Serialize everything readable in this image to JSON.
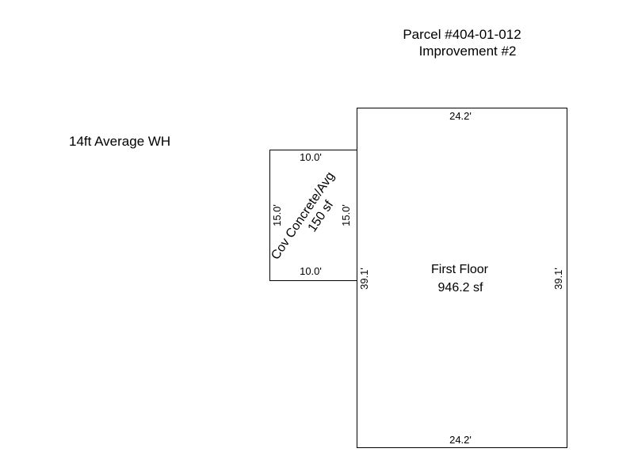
{
  "header": {
    "parcel": "Parcel #404-01-012",
    "improvement": "Improvement #2"
  },
  "note": "14ft Average WH",
  "areas": {
    "first_floor": {
      "label": "First Floor",
      "area": "946.2 sf",
      "dims": {
        "top": "24.2'",
        "bottom": "24.2'",
        "left": "39.1'",
        "right": "39.1'"
      }
    },
    "porch": {
      "label": "Cov Concrete/Avg",
      "area": "150 sf",
      "dims": {
        "top": "10.0'",
        "bottom": "10.0'",
        "left": "15.0'",
        "right": "15.0'"
      }
    }
  }
}
